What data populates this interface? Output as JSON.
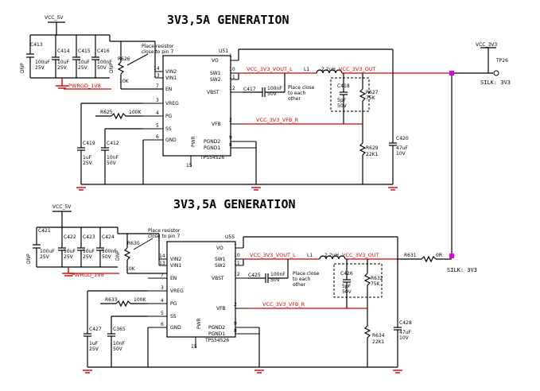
{
  "colors": {
    "wire": "#000000",
    "net": "#d40000",
    "junction": "#e000e0",
    "ground": "#d40000"
  },
  "top": {
    "title": "3V3,5A GENERATION",
    "vcc_in": "VCC_5V",
    "vcc_out": "VCC_3V3",
    "testpoint": "TP26",
    "silk": "SILK: 3V3",
    "note_resistor": [
      "Place resistor",
      "close to pin 7"
    ],
    "note_close": [
      "Place close",
      "to each",
      "other"
    ],
    "ic": {
      "ref": "U51",
      "part": "TPS54526",
      "pins_left": [
        {
          "num": "14",
          "name": "VIN2"
        },
        {
          "num": "13",
          "name": "VIN1"
        },
        {
          "num": "7",
          "name": "EN"
        },
        {
          "num": "3",
          "name": "VREG"
        },
        {
          "num": "4",
          "name": "PG"
        },
        {
          "num": "5",
          "name": "SS"
        },
        {
          "num": "6",
          "name": "GND"
        }
      ],
      "pins_right": [
        {
          "num": "1",
          "name": "VO"
        },
        {
          "num": "10",
          "name": "SW1"
        },
        {
          "num": "11",
          "name": "SW2"
        },
        {
          "num": "12",
          "name": "VBST"
        },
        {
          "num": "2",
          "name": "VFB"
        },
        {
          "num": "9",
          "name": "PGND2"
        },
        {
          "num": "8",
          "name": "PGND1"
        }
      ],
      "pwr": "PWR",
      "pwr_num": "15"
    },
    "caps_in": [
      {
        "ref": "C413",
        "val": "100uF",
        "volt": "25V"
      },
      {
        "ref": "C414",
        "val": "10uF",
        "volt": "25V"
      },
      {
        "ref": "C415",
        "val": "10uF",
        "volt": "25V"
      },
      {
        "ref": "C416",
        "val": "100nF",
        "volt": "50V"
      }
    ],
    "r_en": {
      "ref": "R626",
      "val": "10K"
    },
    "dnp": "DNP",
    "pwrgd": "PWRGD_1V8",
    "r_pg": {
      "ref": "R625",
      "val": "100K"
    },
    "c_vreg": {
      "ref": "C419",
      "val": "1uF",
      "volt": "25V"
    },
    "c_ss": {
      "ref": "C412",
      "val": "10nF",
      "volt": "50V"
    },
    "c_bst": {
      "ref": "C417",
      "val": "100nF",
      "volt": "50V"
    },
    "inductor": {
      "ref": "L1",
      "val": "2.2uH"
    },
    "c_ff": {
      "ref": "C418",
      "val": "5pF",
      "volt": "50V"
    },
    "r_top": {
      "ref": "R627",
      "val": "75K"
    },
    "r_bot": {
      "ref": "R629",
      "val": "22K1"
    },
    "c_out": {
      "ref": "C420",
      "val": "47uF",
      "volt": "10V"
    },
    "net_vout": "VCC_3V3_VOUT_L",
    "net_out": "VCC_3V3_OUT",
    "net_fb": "VCC_3V3_VFB_R"
  },
  "bottom": {
    "title": "3V3,5A GENERATION",
    "vcc_in": "VCC_5V",
    "silk": "SILK: 3V3",
    "note_resistor": [
      "Place resistor",
      "close to pin 7"
    ],
    "note_close": [
      "Place close",
      "to each",
      "other"
    ],
    "ic": {
      "ref": "U55",
      "part": "TPS54526",
      "pins_left": [
        {
          "num": "14",
          "name": "VIN2"
        },
        {
          "num": "13",
          "name": "VIN1"
        },
        {
          "num": "7",
          "name": "EN"
        },
        {
          "num": "3",
          "name": "VREG"
        },
        {
          "num": "4",
          "name": "PG"
        },
        {
          "num": "5",
          "name": "SS"
        },
        {
          "num": "6",
          "name": "GND"
        }
      ],
      "pins_right": [
        {
          "num": "1",
          "name": "VO"
        },
        {
          "num": "10",
          "name": "SW1"
        },
        {
          "num": "11",
          "name": "SW2"
        },
        {
          "num": "12",
          "name": "VBST"
        },
        {
          "num": "2",
          "name": "VFB"
        },
        {
          "num": "9",
          "name": "PGND2"
        },
        {
          "num": "8",
          "name": "PGND1"
        }
      ],
      "pwr": "PWR",
      "pwr_num": "15"
    },
    "caps_in": [
      {
        "ref": "C421",
        "val": "100uF",
        "volt": "25V"
      },
      {
        "ref": "C422",
        "val": "10uF",
        "volt": "25V"
      },
      {
        "ref": "C423",
        "val": "10uF",
        "volt": "25V"
      },
      {
        "ref": "C424",
        "val": "100nF",
        "volt": "50V"
      }
    ],
    "r_en": {
      "ref": "R630",
      "val": "10K"
    },
    "dnp": "DNP",
    "pwrgd": "PWRGD_1V8",
    "r_pg": {
      "ref": "R633",
      "val": "100K"
    },
    "c_vreg": {
      "ref": "C427",
      "val": "1uF",
      "volt": "25V"
    },
    "c_ss": {
      "ref": "C365",
      "val": "10nF",
      "volt": "50V"
    },
    "c_bst": {
      "ref": "C425",
      "val": "100nF",
      "volt": "50V"
    },
    "inductor": {
      "ref": "L1",
      "val": "2.2uH"
    },
    "c_ff": {
      "ref": "C426",
      "val": "5pF",
      "volt": "50V"
    },
    "r_top": {
      "ref": "R632",
      "val": "75K"
    },
    "r_bot": {
      "ref": "R634",
      "val": "22K1"
    },
    "c_out": {
      "ref": "C428",
      "val": "47uF",
      "volt": "10V"
    },
    "r_out": {
      "ref": "R631",
      "val": "0R"
    },
    "net_vout": "VCC_3V3_VOUT_L",
    "net_out": "VCC_3V3_OUT",
    "net_fb": "VCC_3V3_VFB_R"
  }
}
